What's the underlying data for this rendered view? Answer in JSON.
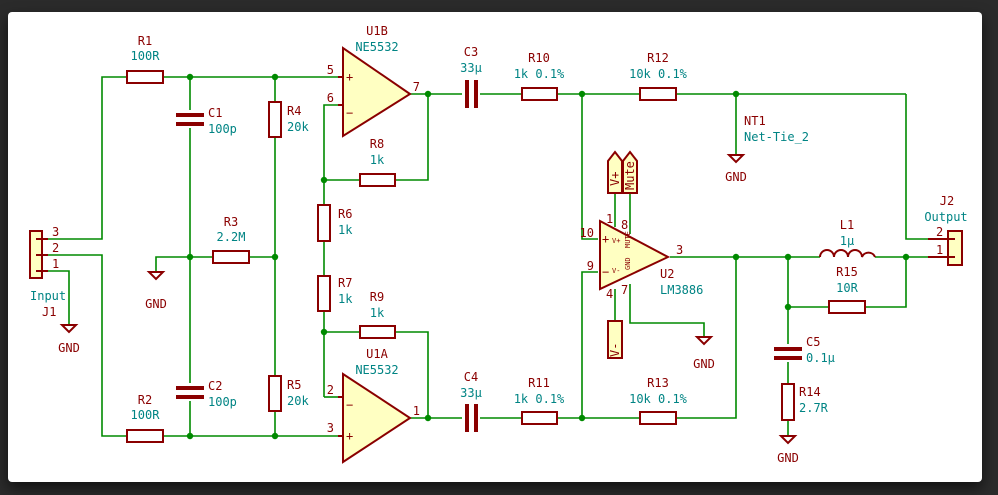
{
  "components": {
    "r1": {
      "ref": "R1",
      "value": "100R"
    },
    "r2": {
      "ref": "R2",
      "value": "100R"
    },
    "r3": {
      "ref": "R3",
      "value": "2.2M"
    },
    "r4": {
      "ref": "R4",
      "value": "20k"
    },
    "r5": {
      "ref": "R5",
      "value": "20k"
    },
    "r6": {
      "ref": "R6",
      "value": "1k"
    },
    "r7": {
      "ref": "R7",
      "value": "1k"
    },
    "r8": {
      "ref": "R8",
      "value": "1k"
    },
    "r9": {
      "ref": "R9",
      "value": "1k"
    },
    "r10": {
      "ref": "R10",
      "value": "1k 0.1%"
    },
    "r11": {
      "ref": "R11",
      "value": "1k 0.1%"
    },
    "r12": {
      "ref": "R12",
      "value": "10k 0.1%"
    },
    "r13": {
      "ref": "R13",
      "value": "10k 0.1%"
    },
    "r14": {
      "ref": "R14",
      "value": "2.7R"
    },
    "r15": {
      "ref": "R15",
      "value": "10R"
    },
    "c1": {
      "ref": "C1",
      "value": "100p"
    },
    "c2": {
      "ref": "C2",
      "value": "100p"
    },
    "c3": {
      "ref": "C3",
      "value": "33µ"
    },
    "c4": {
      "ref": "C4",
      "value": "33µ"
    },
    "c5": {
      "ref": "C5",
      "value": "0.1µ"
    },
    "l1": {
      "ref": "L1",
      "value": "1µ"
    },
    "u1b": {
      "ref": "U1B",
      "value": "NE5532"
    },
    "u1a": {
      "ref": "U1A",
      "value": "NE5532"
    },
    "u2": {
      "ref": "U2",
      "value": "LM3886"
    },
    "nt1": {
      "ref": "NT1",
      "value": "Net-Tie_2"
    },
    "j1": {
      "ref": "J1",
      "value": "Input"
    },
    "j2": {
      "ref": "J2",
      "value": "Output"
    }
  },
  "power": {
    "gnd": "GND",
    "vplus": "V+",
    "vminus": "V-",
    "mute": "Mute"
  },
  "pins": {
    "u1b_plus": "5",
    "u1b_minus": "6",
    "u1b_out": "7",
    "u1a_minus": "2",
    "u1a_plus": "3",
    "u1a_out": "1",
    "u2_in_plus": "10",
    "u2_in_minus": "9",
    "u2_out": "3",
    "u2_vp": "1",
    "u2_mute": "8",
    "u2_vm": "4",
    "u2_gnd": "7",
    "j1_p1": "1",
    "j1_p2": "2",
    "j1_p3": "3",
    "j2_p1": "1",
    "j2_p2": "2"
  },
  "symbols": {
    "plus": "+",
    "minus": "−",
    "u2_vp": "V+",
    "u2_vm": "V-",
    "u2_mute": "MUTE",
    "u2_gnd": "GND"
  },
  "colors": {
    "wire": "#008a00",
    "component": "#8a0000",
    "fill": "#ffffc2",
    "value_text": "#008484",
    "background": "#2b2b2b",
    "sheet": "#ffffff"
  }
}
